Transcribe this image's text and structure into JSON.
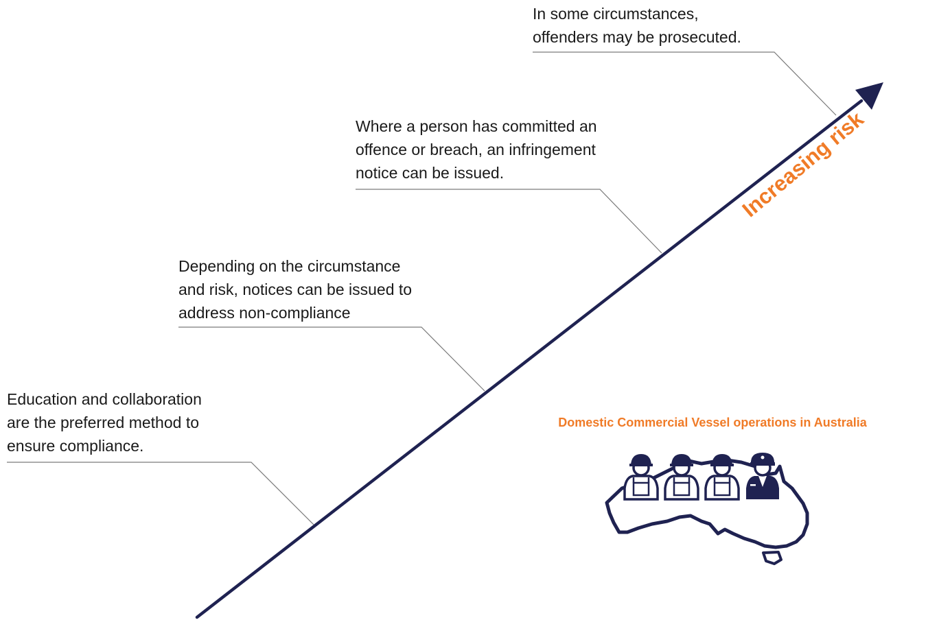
{
  "stages": [
    {
      "text": "Education and collaboration\nare the preferred method to\nensure compliance."
    },
    {
      "text": "Depending on the circumstance\nand risk, notices can be issued to\naddress non-compliance"
    },
    {
      "text": "Where a person has committed an\noffence or breach, an infringement\nnotice can be issued."
    },
    {
      "text": "In some circumstances,\noffenders may be prosecuted."
    }
  ],
  "axis_label": "Increasing risk",
  "illustration_title": "Domestic Commercial Vessel operations in Australia",
  "colors": {
    "arrow": "#1f2251",
    "accent": "#f07b27",
    "leader": "#7a7a7a",
    "text": "#1a1a1a"
  },
  "icons": [
    "australia-map-icon",
    "worker-helmet-icon",
    "worker-helmet-icon",
    "worker-helmet-icon",
    "captain-icon"
  ]
}
